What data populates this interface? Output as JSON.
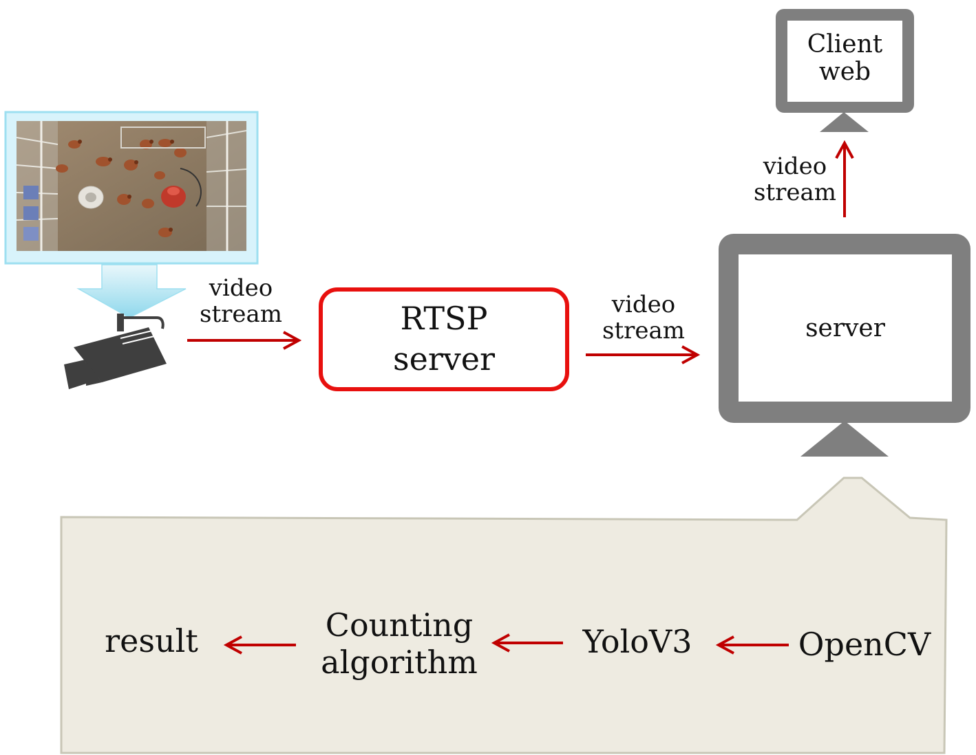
{
  "client": {
    "line1": "Client",
    "line2": "web"
  },
  "arrows": {
    "camera_to_rtsp": {
      "line1": "video",
      "line2": "stream"
    },
    "rtsp_to_server": {
      "line1": "video",
      "line2": "stream"
    },
    "server_to_client": {
      "line1": "video",
      "line2": "stream"
    }
  },
  "rtsp": {
    "line1": "RTSP",
    "line2": "server"
  },
  "server": {
    "label": "server"
  },
  "pipeline": {
    "opencv": "OpenCV",
    "yolo": "YoloV3",
    "counting_line1": "Counting",
    "counting_line2": "algorithm",
    "result": "result"
  },
  "colors": {
    "arrow": "#c00000",
    "rtsp_border": "#e8100e",
    "monitor": "#7f7f7f",
    "callout_fill": "#eeebe1",
    "callout_border": "#c8c6b6",
    "preview_frame": "#9ddff0"
  }
}
